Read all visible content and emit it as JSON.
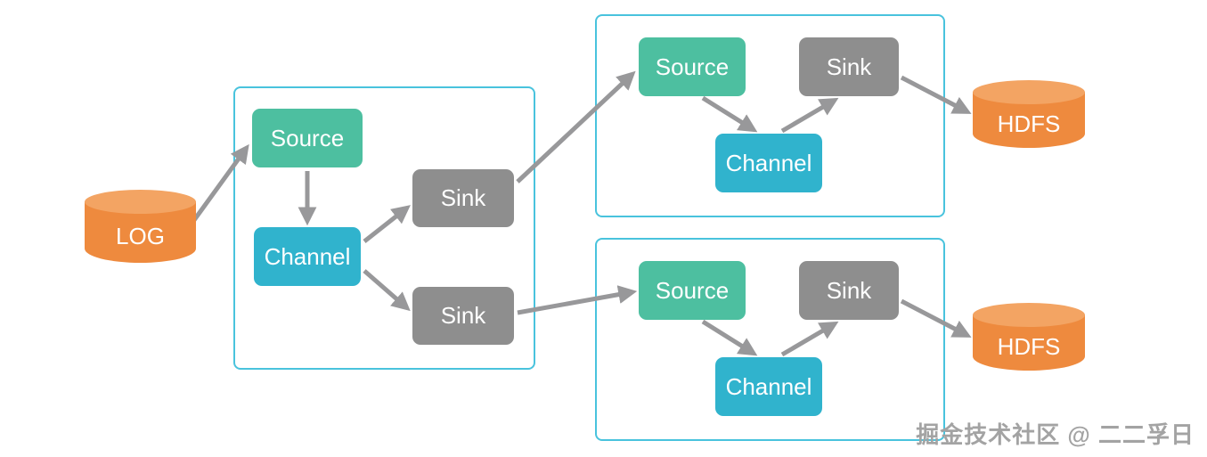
{
  "nodes": {
    "log": "LOG",
    "agent1_source": "Source",
    "agent1_channel": "Channel",
    "agent1_sink_top": "Sink",
    "agent1_sink_bottom": "Sink",
    "agent2_source": "Source",
    "agent2_sink": "Sink",
    "agent2_channel": "Channel",
    "agent3_source": "Source",
    "agent3_sink": "Sink",
    "agent3_channel": "Channel",
    "hdfs_top": "HDFS",
    "hdfs_bottom": "HDFS"
  },
  "watermark": "掘金技术社区 @ 二二孚日",
  "colors": {
    "source": "#4dbfa0",
    "channel": "#30b3cd",
    "sink": "#8e8e8e",
    "storage-body": "#ee8a3e",
    "storage-top": "#f3a463",
    "agent-border": "#49c3dd",
    "arrow": "#98989a",
    "watermark": "#a3a3a3"
  }
}
